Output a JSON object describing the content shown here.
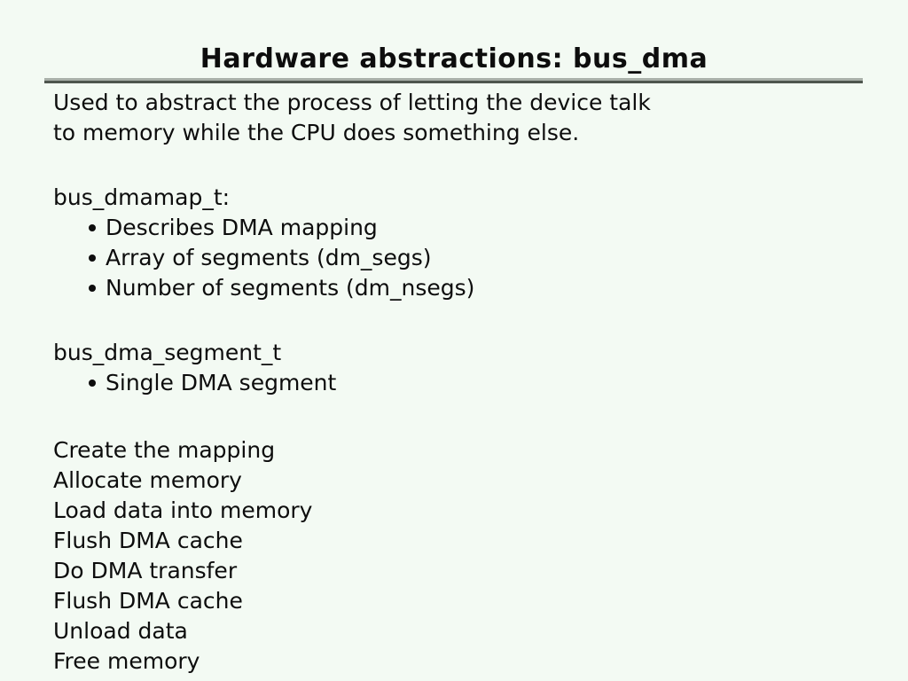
{
  "slide": {
    "title": "Hardware abstractions: bus_dma",
    "intro": [
      "Used to abstract the process of letting the device talk",
      "to memory while the CPU does something else."
    ],
    "sections": [
      {
        "heading": "bus_dmamap_t:",
        "bullets": [
          "Describes DMA mapping",
          "Array of segments (dm_segs)",
          "Number of segments (dm_nsegs)"
        ]
      },
      {
        "heading": "bus_dma_segment_t",
        "bullets": [
          "Single DMA segment"
        ]
      }
    ],
    "steps": [
      "Create the mapping",
      "Allocate memory",
      "Load data into memory",
      "Flush DMA cache",
      "Do DMA transfer",
      "Flush DMA cache",
      "Unload data",
      "Free memory"
    ]
  },
  "colors": {
    "background": "#f3faf3",
    "text": "#0d0d0d",
    "rule_top": "#a9b0a9",
    "rule_bottom": "#4e564e"
  }
}
